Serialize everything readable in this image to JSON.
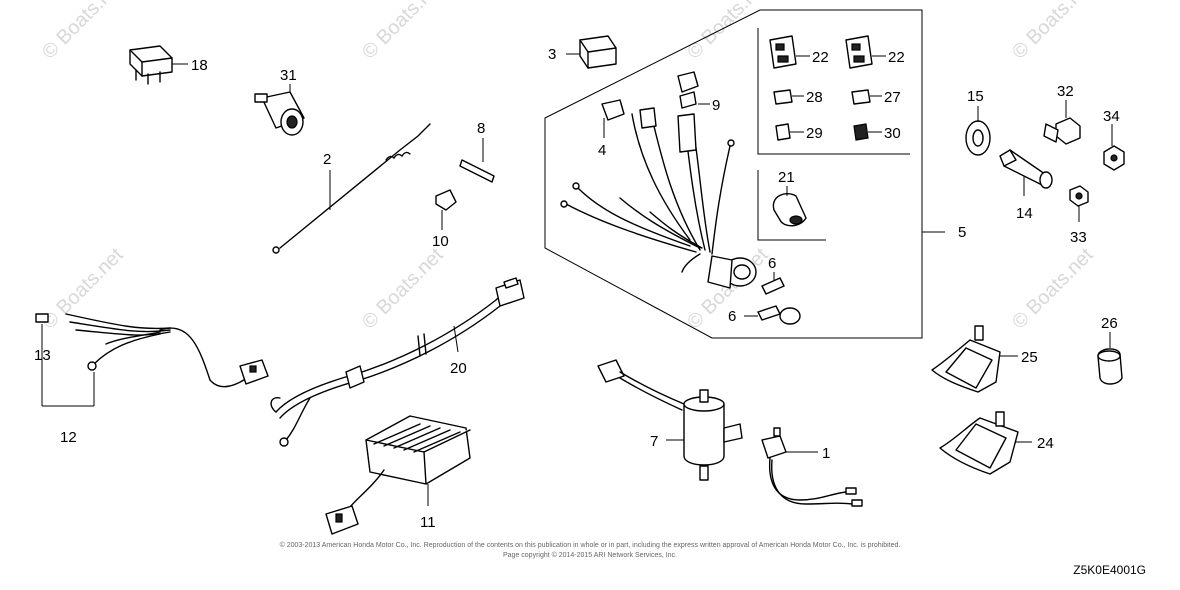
{
  "watermark": "© Boats.net",
  "copyright_line1": "© 2003-2013 American Honda Motor Co., Inc. Reproduction of the contents on this publication in whole or in part, including the express written approval of American Honda Motor Co., Inc. is prohibited.",
  "copyright_line2": "Page copyright © 2014-2015 ARI Network Services, Inc.",
  "diagram_code": "Z5K0E4001G",
  "callouts": {
    "c1": "1",
    "c2": "2",
    "c3": "3",
    "c4": "4",
    "c5": "5",
    "c6a": "6",
    "c6b": "6",
    "c7": "7",
    "c8": "8",
    "c9": "9",
    "c10": "10",
    "c11": "11",
    "c12": "12",
    "c13": "13",
    "c14": "14",
    "c15": "15",
    "c18": "18",
    "c20": "20",
    "c21": "21",
    "c22a": "22",
    "c22b": "22",
    "c24": "24",
    "c25": "25",
    "c26": "26",
    "c27": "27",
    "c28": "28",
    "c29": "29",
    "c30": "30",
    "c31": "31",
    "c32": "32",
    "c33": "33",
    "c34": "34"
  }
}
